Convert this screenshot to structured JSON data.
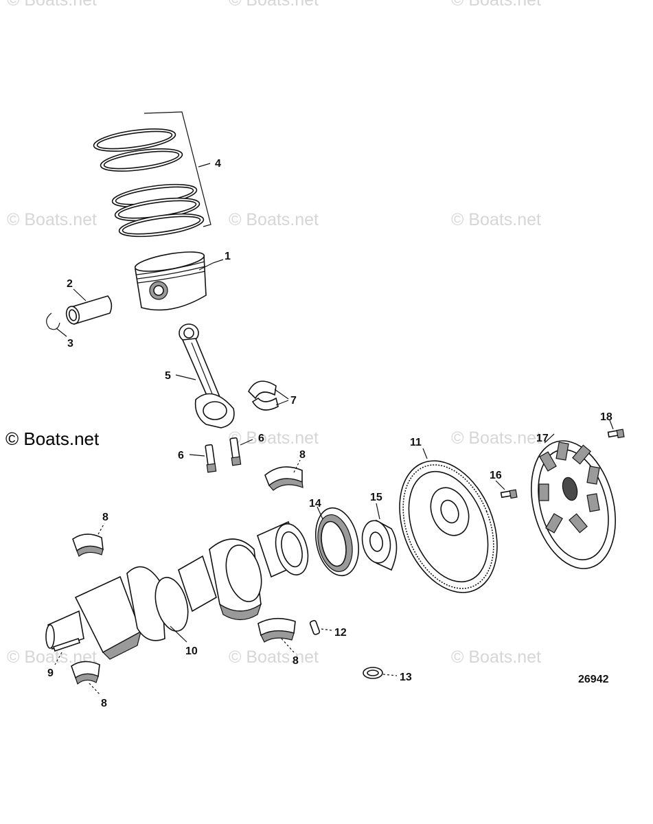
{
  "watermarks": {
    "text": "© Boats.net",
    "main": "© Boats.net"
  },
  "diagram_id": "26942",
  "callouts": {
    "c1": "1",
    "c2": "2",
    "c3": "3",
    "c4": "4",
    "c5": "5",
    "c6a": "6",
    "c6b": "6",
    "c7": "7",
    "c8a": "8",
    "c8b": "8",
    "c8c": "8",
    "c8d": "8",
    "c9": "9",
    "c10": "10",
    "c11": "11",
    "c12": "12",
    "c13": "13",
    "c14": "14",
    "c15": "15",
    "c16": "16",
    "c17": "17",
    "c18": "18"
  },
  "colors": {
    "line": "#111111",
    "shade": "#9a9a9a",
    "watermark": "#d6d6d6"
  }
}
